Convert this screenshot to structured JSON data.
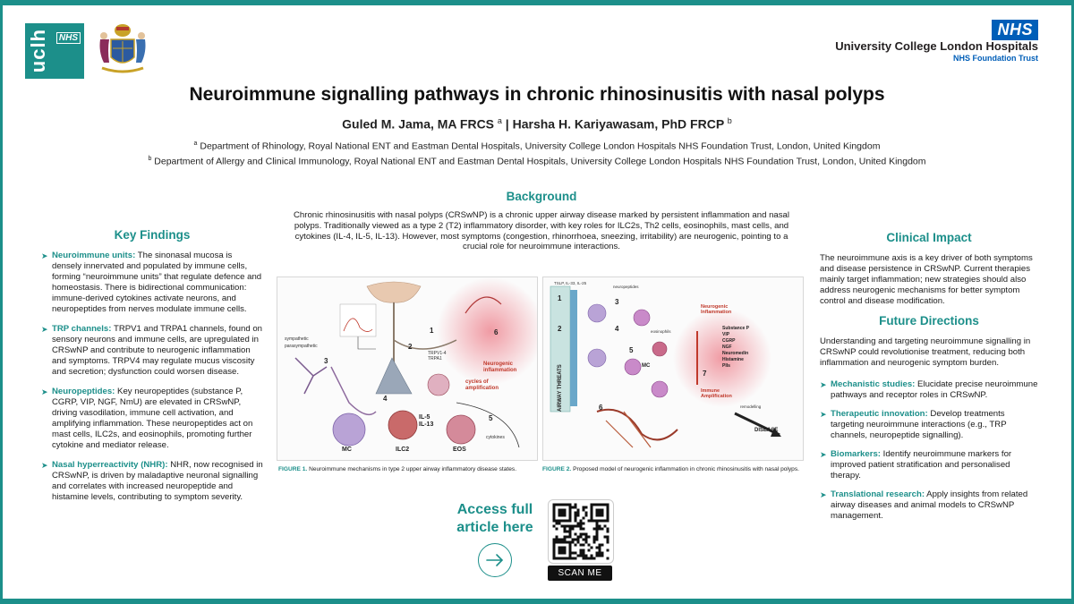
{
  "header": {
    "uclh_logo_text": "uclh",
    "uclh_logo_nhs": "NHS",
    "nhs_badge": "NHS",
    "trust_name": "University College London Hospitals",
    "trust_sub": "NHS Foundation Trust"
  },
  "title": "Neuroimmune signalling pathways in chronic rhinosinusitis with nasal polyps",
  "authors": {
    "author1": "Guled M. Jama, MA FRCS",
    "author1_sup": "a",
    "separator": " | ",
    "author2": "Harsha H. Kariyawasam, PhD FRCP",
    "author2_sup": "b"
  },
  "affiliations": {
    "a_sup": "a",
    "a": " Department of Rhinology, Royal National ENT and Eastman Dental Hospitals, University College London Hospitals NHS Foundation Trust, London, United Kingdom",
    "b_sup": "b",
    "b": " Department of Allergy and Clinical Immunology, Royal National ENT and Eastman Dental Hospitals, University College London Hospitals NHS Foundation Trust, London, United Kingdom"
  },
  "background": {
    "heading": "Background",
    "text": "Chronic rhinosinusitis with nasal polyps (CRSwNP) is a chronic upper airway disease marked by persistent inflammation and nasal polyps. Traditionally viewed as a type 2 (T2) inflammatory disorder, with key roles for ILC2s, Th2 cells, eosinophils, mast cells, and cytokines (IL-4, IL-5, IL-13). However, most symptoms (congestion, rhinorrhoea, sneezing, irritability) are neurogenic, pointing to a crucial role for neuroimmune interactions."
  },
  "key_findings": {
    "heading": "Key Findings",
    "items": [
      {
        "title": "Neuroimmune units:",
        "text": " The sinonasal mucosa is densely innervated and populated by immune cells, forming “neuroimmune units” that regulate defence and homeostasis. There is bidirectional communication: immune-derived cytokines activate neurons, and neuropeptides from nerves modulate immune cells."
      },
      {
        "title": "TRP channels:",
        "text": " TRPV1 and TRPA1 channels, found on sensory neurons and immune cells, are upregulated in CRSwNP and contribute to neurogenic inflammation and symptoms. TRPV4 may regulate mucus viscosity and secretion; dysfunction could worsen disease."
      },
      {
        "title": "Neuropeptides:",
        "text": " Key neuropeptides (substance P, CGRP, VIP, NGF, NmU) are elevated in CRSwNP, driving vasodilation, immune cell activation, and amplifying inflammation. These neuropeptides act on mast cells, ILC2s, and eosinophils, promoting further cytokine and mediator release."
      },
      {
        "title": "Nasal hyperreactivity (NHR):",
        "text": " NHR, now recognised in CRSwNP, is driven by maladaptive neuronal signalling and correlates with increased neuropeptide and histamine levels, contributing to symptom severity."
      }
    ]
  },
  "figures": {
    "fig1_label": "FIGURE 1.",
    "fig1_caption": " Neuroimmune mechanisms in type 2 upper airway inflammatory disease states.",
    "fig2_label": "FIGURE 2.",
    "fig2_caption": " Proposed model of neurogenic inflammation in chronic rhinosinusitis with nasal polyps.",
    "fig1_labels": {
      "sympathetic": "sympathetic",
      "parasympathetic": "parasympathetic",
      "neurogenic": "Neurogenic",
      "inflammation": "inflammation",
      "cycles": "cycles of",
      "amplification": "amplification",
      "mc": "MC",
      "ilc2": "ILC2",
      "eos": "EOS",
      "il5": "IL-5",
      "il13": "IL-13",
      "cytokines": "cytokines",
      "trpv": "TRPV1-4",
      "trpa": "TRPA1",
      "n1": "1",
      "n2": "2",
      "n3": "3",
      "n4": "4",
      "n5": "5",
      "n6": "6"
    },
    "fig2_labels": {
      "neuropeptides": "neuropeptides",
      "eosinophils": "eosinophils",
      "airway_threats": "AIRWAY THREATS",
      "neurogenic_inflammation": "Neurogenic",
      "inflammation": "Inflammation",
      "mediators": [
        "Substance P",
        "VIP",
        "CGRP",
        "NGF",
        "Neuromedin",
        "Histamine",
        "PIIs"
      ],
      "immune": "Immune",
      "amplification": "Amplification",
      "remodelling": "remodelling",
      "disease": "DISEASE",
      "mc": "MC",
      "tslp": "TSLP, IL-33, IL-25",
      "n1": "1",
      "n2": "2",
      "n3": "3",
      "n4": "4",
      "n5": "5",
      "n6": "6",
      "n7": "7"
    }
  },
  "access": {
    "line1": "Access full",
    "line2": "article here",
    "scan_label": "SCAN ME"
  },
  "clinical_impact": {
    "heading": "Clinical Impact",
    "text": "The neuroimmune axis is a key driver of both symptoms and disease persistence in CRSwNP. Current therapies mainly target inflammation; new strategies should also address neurogenic mechanisms for better symptom control and disease modification."
  },
  "future_directions": {
    "heading": "Future Directions",
    "intro": "Understanding and targeting neuroimmune signalling in CRSwNP could revolutionise treatment, reducing both inflammation and neurogenic symptom burden.",
    "items": [
      {
        "title": "Mechanistic studies:",
        "text": " Elucidate precise neuroimmune pathways and receptor roles in CRSwNP."
      },
      {
        "title": "Therapeutic innovation:",
        "text": " Develop treatments targeting neuroimmune interactions (e.g., TRP channels, neuropeptide signalling)."
      },
      {
        "title": "Biomarkers:",
        "text": " Identify neuroimmune markers for improved patient stratification and personalised therapy."
      },
      {
        "title": "Translational research:",
        "text": " Apply insights from related airway diseases and animal models to CRSwNP management."
      }
    ]
  },
  "colors": {
    "accent": "#1c8f8a",
    "nhs_blue": "#005eb8",
    "inflammation_red": "#c0392b"
  }
}
